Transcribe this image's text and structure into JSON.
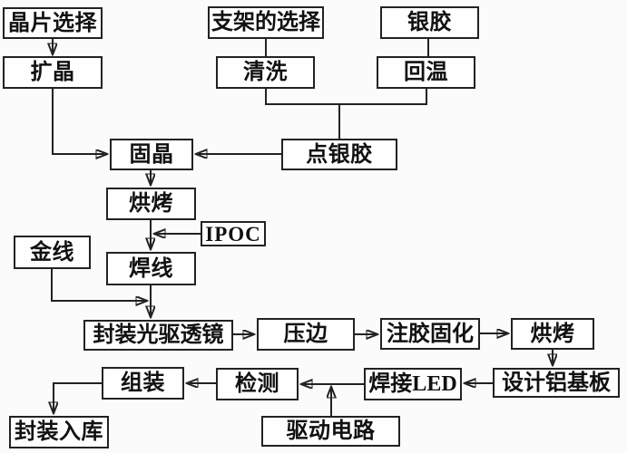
{
  "colors": {
    "background": "#fbfbfb",
    "line": "#222222",
    "box_border": "#222222",
    "box_fill": "#fefefe",
    "text": "#111111"
  },
  "nodes": {
    "chip_selection": {
      "label": "晶片选择"
    },
    "expand_crystal": {
      "label": "扩晶"
    },
    "bracket_selection": {
      "label": "支架的选择"
    },
    "cleaning": {
      "label": "清洗"
    },
    "silver_glue": {
      "label": "银胶"
    },
    "rewarm": {
      "label": "回温"
    },
    "die_bond": {
      "label": "固晶"
    },
    "dispense_silver_glue": {
      "label": "点银胶"
    },
    "bake_1": {
      "label": "烘烤"
    },
    "ipoc": {
      "label": "IPOC"
    },
    "gold_wire": {
      "label": "金线"
    },
    "wire_bond": {
      "label": "焊线"
    },
    "lens_package": {
      "label": "封装光驱透镜"
    },
    "edge_press": {
      "label": "压边"
    },
    "glue_cure": {
      "label": "注胶固化"
    },
    "bake_2": {
      "label": "烘烤"
    },
    "al_substrate": {
      "label": "设计铝基板"
    },
    "solder_led": {
      "label": "焊接LED"
    },
    "inspect": {
      "label": "检测"
    },
    "assemble": {
      "label": "组装"
    },
    "drive_circuit": {
      "label": "驱动电路"
    },
    "warehouse": {
      "label": "封装入库"
    }
  },
  "edges": [
    {
      "from": "chip_selection",
      "to": "expand_crystal",
      "arrow": true
    },
    {
      "from": "expand_crystal",
      "to": "die_bond",
      "arrow": true
    },
    {
      "from": "bracket_selection",
      "to": "cleaning",
      "arrow": false
    },
    {
      "from": "silver_glue",
      "to": "rewarm",
      "arrow": false
    },
    {
      "from": "cleaning",
      "to": "dispense_silver_glue",
      "arrow": false
    },
    {
      "from": "rewarm",
      "to": "dispense_silver_glue",
      "arrow": false
    },
    {
      "from": "dispense_silver_glue",
      "to": "die_bond",
      "arrow": true
    },
    {
      "from": "die_bond",
      "to": "bake_1",
      "arrow": true
    },
    {
      "from": "bake_1",
      "to": "wire_bond",
      "arrow": true
    },
    {
      "from": "ipoc",
      "to": "wire_bond",
      "arrow": true,
      "note": "joins bake_1→wire_bond line"
    },
    {
      "from": "wire_bond",
      "to": "lens_package",
      "arrow": true
    },
    {
      "from": "gold_wire",
      "to": "lens_package",
      "arrow": true,
      "note": "joins wire_bond→lens_package line"
    },
    {
      "from": "lens_package",
      "to": "edge_press",
      "arrow": true
    },
    {
      "from": "edge_press",
      "to": "glue_cure",
      "arrow": true
    },
    {
      "from": "glue_cure",
      "to": "bake_2",
      "arrow": true
    },
    {
      "from": "bake_2",
      "to": "al_substrate",
      "arrow": true
    },
    {
      "from": "al_substrate",
      "to": "solder_led",
      "arrow": true
    },
    {
      "from": "solder_led",
      "to": "inspect",
      "arrow": true
    },
    {
      "from": "drive_circuit",
      "to": "inspect",
      "arrow": true,
      "note": "joins solder_led→inspect line"
    },
    {
      "from": "inspect",
      "to": "assemble",
      "arrow": true
    },
    {
      "from": "assemble",
      "to": "warehouse",
      "arrow": true
    }
  ]
}
